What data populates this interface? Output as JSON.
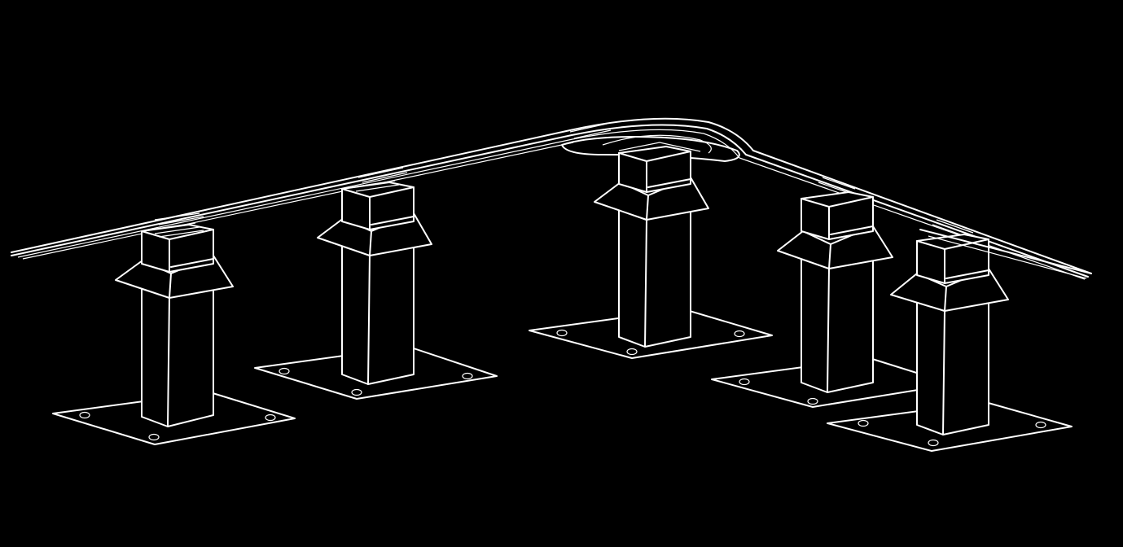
{
  "drawing": {
    "background": "#000000",
    "stroke": "#ffffff",
    "posts": [
      {
        "id": "post-1"
      },
      {
        "id": "post-2"
      },
      {
        "id": "post-3"
      },
      {
        "id": "post-4"
      },
      {
        "id": "post-5"
      }
    ]
  }
}
